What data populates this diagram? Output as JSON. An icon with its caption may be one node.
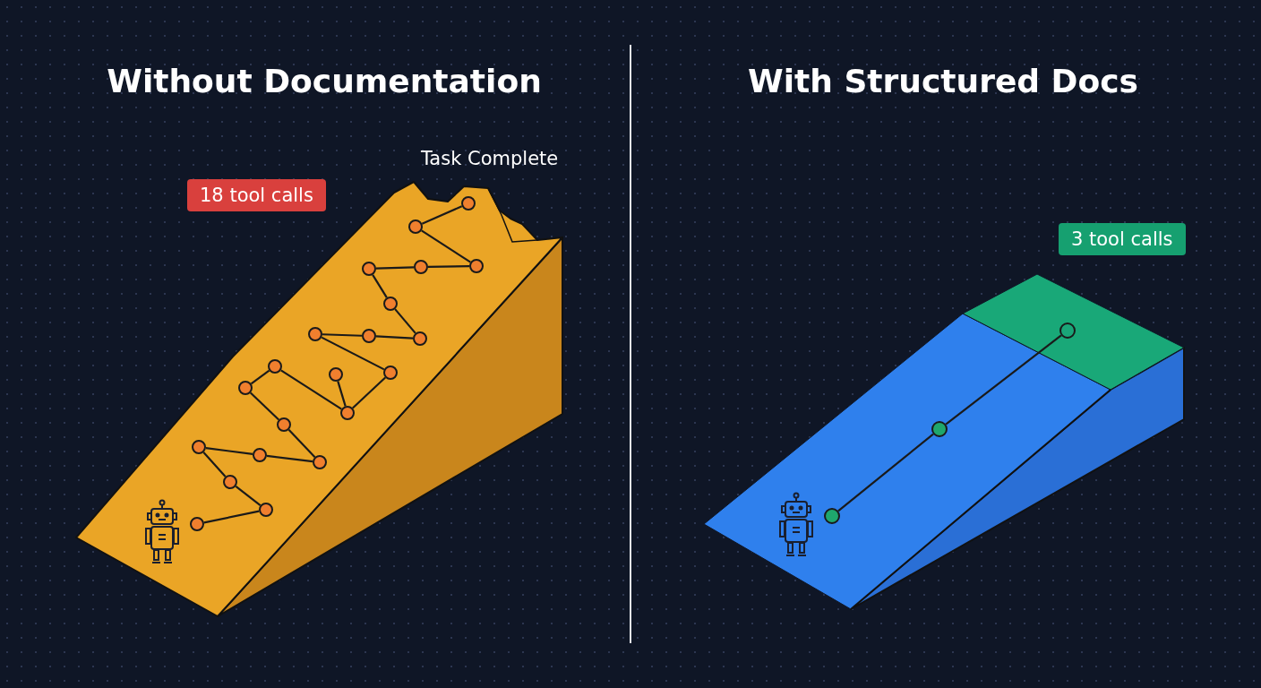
{
  "diagram": {
    "nodes": [
      {
        "text": [],
        "shape": "circle"
      },
      {
        "text": [],
        "shape": "circle"
      },
      {
        "text": [],
        "shape": "circle"
      },
      {
        "text": [],
        "shape": "circle"
      },
      {
        "text": [],
        "shape": "circle"
      },
      {
        "text": [],
        "shape": "circle"
      },
      {
        "text": [],
        "shape": "circle"
      },
      {
        "text": [],
        "shape": "circle"
      },
      {
        "text": [],
        "shape": "circle"
      },
      {
        "text": [],
        "shape": "circle"
      },
      {
        "text": [],
        "shape": "circle"
      },
      {
        "text": [],
        "shape": "circle"
      },
      {
        "text": [],
        "shape": "circle"
      },
      {
        "text": [],
        "shape": "circle"
      },
      {
        "text": [],
        "shape": "circle"
      },
      {
        "text": [],
        "shape": "circle"
      },
      {
        "text": [],
        "shape": "circle"
      },
      {
        "text": [],
        "shape": "circle"
      },
      {
        "text": [],
        "shape": "circle"
      },
      {
        "text": [],
        "shape": "circle"
      },
      {
        "text": [],
        "shape": "circle"
      },
      {
        "text": [],
        "shape": "circle"
      },
      {
        "text": [],
        "shape": "circle"
      },
      {
        "text": [],
        "shape": "circle"
      }
    ],
    "edges": [
      {
        "from": 0,
        "to": 1,
        "arrow": "none"
      },
      {
        "from": 1,
        "to": 2,
        "arrow": "none"
      },
      {
        "from": 2,
        "to": 3,
        "arrow": "none"
      },
      {
        "from": 3,
        "to": 4,
        "arrow": "none"
      },
      {
        "from": 4,
        "to": 5,
        "arrow": "none"
      },
      {
        "from": 5,
        "to": 6,
        "arrow": "none"
      },
      {
        "from": 6,
        "to": 7,
        "arrow": "none"
      },
      {
        "from": 7,
        "to": 8,
        "arrow": "none"
      },
      {
        "from": 8,
        "to": 9,
        "arrow": "none"
      },
      {
        "from": 9,
        "to": 10,
        "arrow": "none"
      },
      {
        "from": 9,
        "to": 11,
        "arrow": "none"
      },
      {
        "from": 11,
        "to": 12,
        "arrow": "none"
      },
      {
        "from": 12,
        "to": 13,
        "arrow": "none"
      },
      {
        "from": 13,
        "to": 14,
        "arrow": "none"
      },
      {
        "from": 14,
        "to": 15,
        "arrow": "none"
      },
      {
        "from": 15,
        "to": 16,
        "arrow": "none"
      },
      {
        "from": 16,
        "to": 17,
        "arrow": "none"
      },
      {
        "from": 17,
        "to": 18,
        "arrow": "none"
      },
      {
        "from": 18,
        "to": 19,
        "arrow": "none"
      },
      {
        "from": 19,
        "to": 20,
        "arrow": "none"
      },
      {
        "from": 21,
        "to": 22,
        "arrow": "none"
      },
      {
        "from": 22,
        "to": 23,
        "arrow": "none"
      }
    ],
    "labels": [
      "Without Documentation",
      "With Structured Docs",
      "Task Complete",
      "18 tool calls",
      "3 tool calls"
    ]
  }
}
